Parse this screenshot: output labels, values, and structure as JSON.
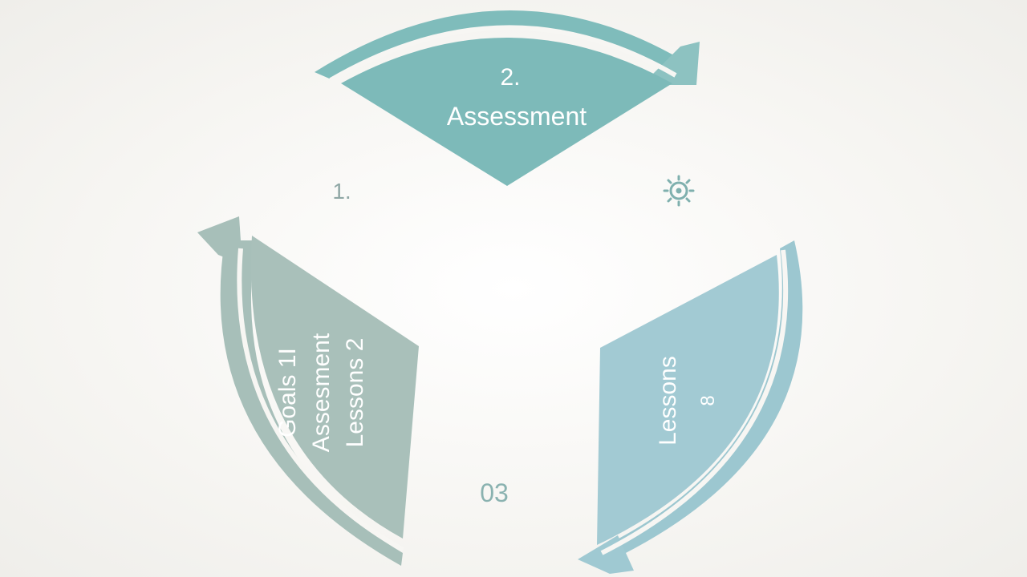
{
  "diagram": {
    "top_segment": {
      "number": "2.",
      "label": "Assessment",
      "fill_color": "#7fbcbb"
    },
    "left_segment": {
      "lines": [
        "Goals 1I",
        "Assesment",
        "Lessons 2"
      ],
      "fill_color": "#a7bfb9"
    },
    "right_segment": {
      "label": "Lessons",
      "number": "8",
      "fill_color": "#9fc9d2"
    },
    "free_labels": {
      "one": "1.",
      "three": "03"
    },
    "icons": [
      "gear-icon"
    ],
    "colors": {
      "text_light": "#ffffff",
      "text_muted": "#8fa7a5",
      "text_teal": "#7fb0ae",
      "background": "#f4f3f0"
    }
  }
}
